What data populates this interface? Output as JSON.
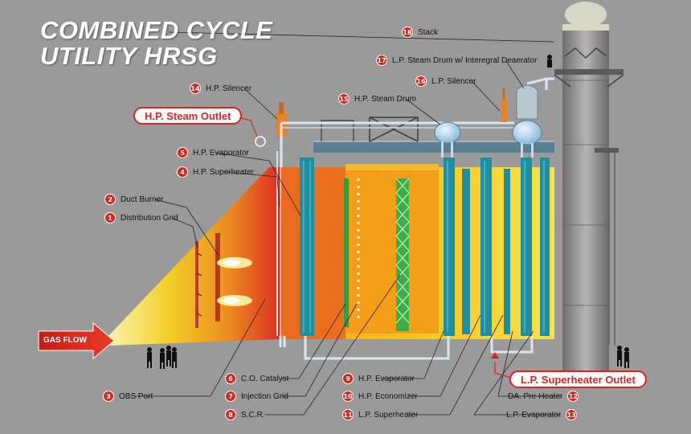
{
  "title": {
    "line1": "COMBINED CYCLE",
    "line2": "UTILITY HRSG"
  },
  "gas_flow_label": "GAS FLOW",
  "highlights": {
    "hp_steam_outlet": "H.P. Steam Outlet",
    "lp_superheater_outlet": "L.P. Superheater Outlet"
  },
  "callouts": [
    {
      "num": "1",
      "label": "Distribution Grid"
    },
    {
      "num": "2",
      "label": "Duct Burner"
    },
    {
      "num": "3",
      "label": "OBS Port"
    },
    {
      "num": "4",
      "label": "H.P. Superheater"
    },
    {
      "num": "5",
      "label": "H.P. Evaporator"
    },
    {
      "num": "6",
      "label": "C.O. Catalyst"
    },
    {
      "num": "7",
      "label": "Injection Grid"
    },
    {
      "num": "8",
      "label": "S.C.R."
    },
    {
      "num": "9",
      "label": "H.P. Evaporator"
    },
    {
      "num": "10",
      "label": "H.P. Economizer"
    },
    {
      "num": "11",
      "label": "L.P. Superheater"
    },
    {
      "num": "12",
      "label": "DA. Pre-Heater"
    },
    {
      "num": "13",
      "label": "L.P. Evaporator"
    },
    {
      "num": "14",
      "label": "H.P. Silencer"
    },
    {
      "num": "15",
      "label": "H.P. Steam Drum"
    },
    {
      "num": "16",
      "label": "L.P. Silencer"
    },
    {
      "num": "17",
      "label": "L.P. Steam Drum w/ Interegral Deaerator"
    },
    {
      "num": "18",
      "label": "Stack"
    }
  ],
  "colors": {
    "background": "#9a9a9a",
    "accent_red": "#d6261f",
    "tube_teal": "#1f8fa0",
    "hot_red": "#e0261b",
    "warm_yellow": "#f7d21e",
    "stack_gray": "#8c8c8c"
  },
  "icons": [
    "person-silhouette-icon",
    "gas-flow-arrow-icon",
    "steam-drum-icon",
    "stack-icon"
  ]
}
